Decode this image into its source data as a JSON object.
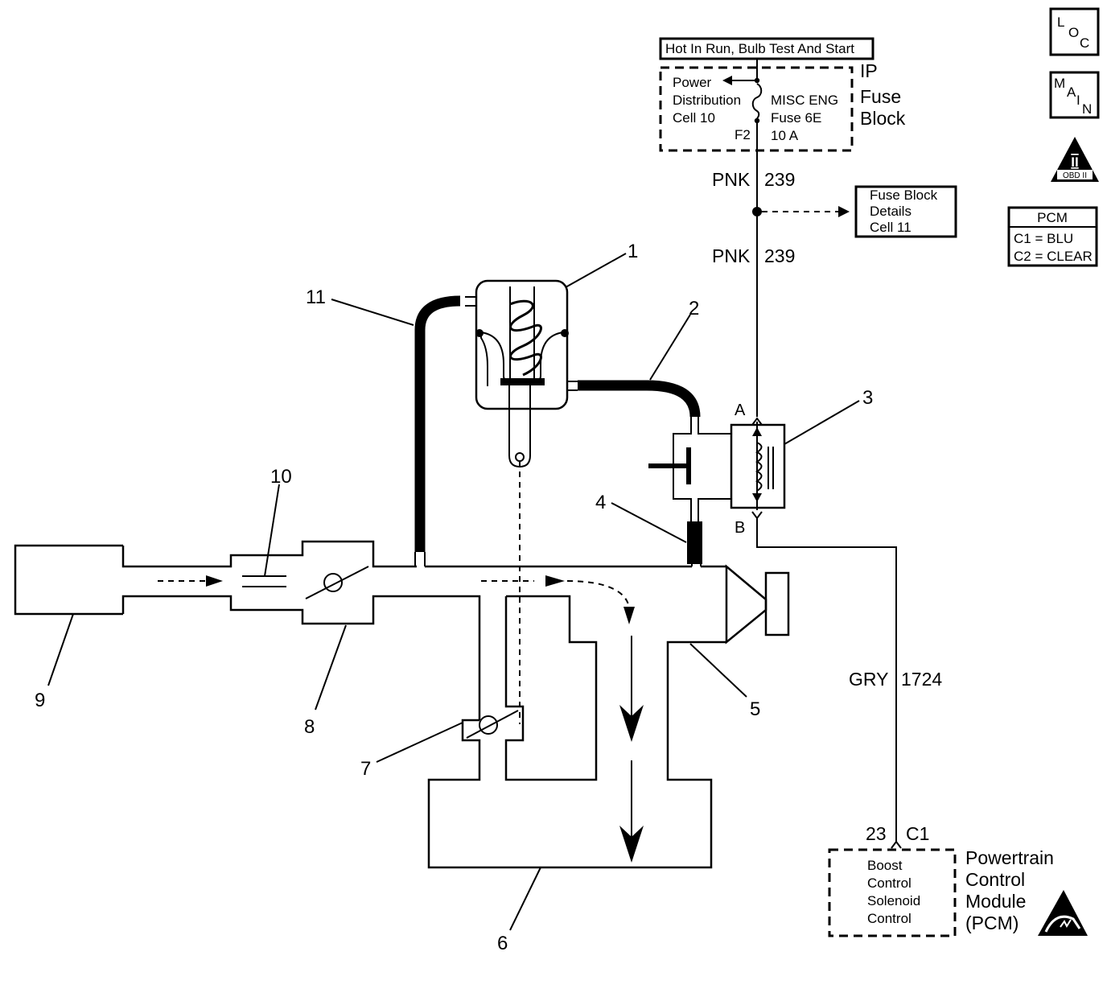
{
  "header": {
    "circuit_title": "Hot In Run, Bulb Test And Start",
    "fuse_block_name": [
      "IP",
      "Fuse",
      "Block"
    ],
    "power_distribution": [
      "Power",
      "Distribution",
      "Cell 10"
    ],
    "fuse": [
      "MISC ENG",
      "Fuse 6E",
      "10 A"
    ],
    "fuse_terminal": "F2"
  },
  "wires": {
    "upper_color": "PNK",
    "upper_circuit": "239",
    "lower_color": "PNK",
    "lower_circuit": "239",
    "signal_color": "GRY",
    "signal_circuit": "1724"
  },
  "fuse_block_details": [
    "Fuse Block",
    "Details",
    "Cell 11"
  ],
  "side_icons": {
    "loc": [
      "L",
      "O",
      "C"
    ],
    "main": [
      "M",
      "A",
      "I",
      "N"
    ],
    "obd": {
      "numeral": "II",
      "text": "OBD II"
    },
    "pcm_legend": {
      "title": "PCM",
      "c1": "C1 = BLU",
      "c2": "C2 = CLEAR"
    }
  },
  "solenoid": {
    "terminal_a": "A",
    "terminal_b": "B"
  },
  "pcm": {
    "pin": "23",
    "connector": "C1",
    "function": [
      "Boost",
      "Control",
      "Solenoid",
      "Control"
    ],
    "name": [
      "Powertrain",
      "Control",
      "Module",
      "(PCM)"
    ]
  },
  "callouts": [
    "1",
    "2",
    "3",
    "4",
    "5",
    "6",
    "7",
    "8",
    "9",
    "10",
    "11"
  ],
  "colors": {
    "line": "#000000",
    "background": "#ffffff"
  }
}
